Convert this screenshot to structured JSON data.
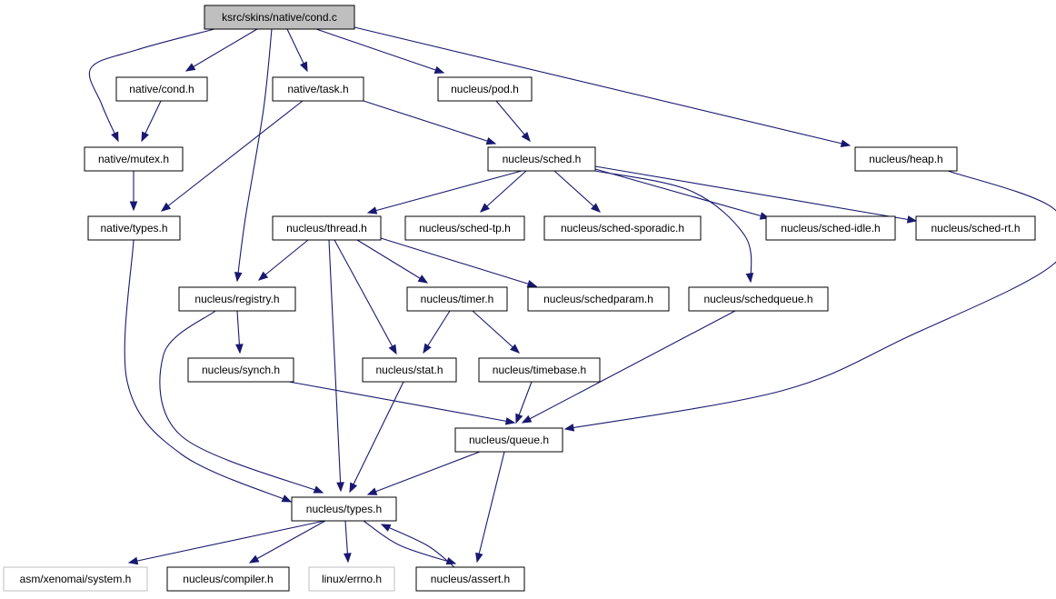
{
  "graph": {
    "title": "ksrc/skins/native/cond.c",
    "colors": {
      "edge": "#191970",
      "root_fill": "#bfbfbf",
      "external_border": "#bfbfbf",
      "border": "#000000"
    },
    "nodes": [
      {
        "id": "cond_c",
        "label": "ksrc/skins/native/cond.c",
        "kind": "root"
      },
      {
        "id": "native_cond_h",
        "label": "native/cond.h",
        "kind": "normal"
      },
      {
        "id": "native_task_h",
        "label": "native/task.h",
        "kind": "normal"
      },
      {
        "id": "nucleus_pod_h",
        "label": "nucleus/pod.h",
        "kind": "normal"
      },
      {
        "id": "native_mutex_h",
        "label": "native/mutex.h",
        "kind": "normal"
      },
      {
        "id": "nucleus_sched_h",
        "label": "nucleus/sched.h",
        "kind": "normal"
      },
      {
        "id": "nucleus_heap_h",
        "label": "nucleus/heap.h",
        "kind": "normal"
      },
      {
        "id": "native_types_h",
        "label": "native/types.h",
        "kind": "normal"
      },
      {
        "id": "nucleus_thread_h",
        "label": "nucleus/thread.h",
        "kind": "normal"
      },
      {
        "id": "nucleus_sched_tp_h",
        "label": "nucleus/sched-tp.h",
        "kind": "normal"
      },
      {
        "id": "nucleus_sched_sporadic_h",
        "label": "nucleus/sched-sporadic.h",
        "kind": "normal"
      },
      {
        "id": "nucleus_sched_idle_h",
        "label": "nucleus/sched-idle.h",
        "kind": "normal"
      },
      {
        "id": "nucleus_sched_rt_h",
        "label": "nucleus/sched-rt.h",
        "kind": "normal"
      },
      {
        "id": "nucleus_registry_h",
        "label": "nucleus/registry.h",
        "kind": "normal"
      },
      {
        "id": "nucleus_timer_h",
        "label": "nucleus/timer.h",
        "kind": "normal"
      },
      {
        "id": "nucleus_schedparam_h",
        "label": "nucleus/schedparam.h",
        "kind": "normal"
      },
      {
        "id": "nucleus_schedqueue_h",
        "label": "nucleus/schedqueue.h",
        "kind": "normal"
      },
      {
        "id": "nucleus_synch_h",
        "label": "nucleus/synch.h",
        "kind": "normal"
      },
      {
        "id": "nucleus_stat_h",
        "label": "nucleus/stat.h",
        "kind": "normal"
      },
      {
        "id": "nucleus_timebase_h",
        "label": "nucleus/timebase.h",
        "kind": "normal"
      },
      {
        "id": "nucleus_queue_h",
        "label": "nucleus/queue.h",
        "kind": "normal"
      },
      {
        "id": "nucleus_types_h",
        "label": "nucleus/types.h",
        "kind": "normal"
      },
      {
        "id": "asm_xenomai_system_h",
        "label": "asm/xenomai/system.h",
        "kind": "external"
      },
      {
        "id": "nucleus_compiler_h",
        "label": "nucleus/compiler.h",
        "kind": "normal"
      },
      {
        "id": "linux_errno_h",
        "label": "linux/errno.h",
        "kind": "external"
      },
      {
        "id": "nucleus_assert_h",
        "label": "nucleus/assert.h",
        "kind": "normal"
      }
    ],
    "edges": [
      {
        "from": "cond_c",
        "to": "native_cond_h"
      },
      {
        "from": "cond_c",
        "to": "native_task_h"
      },
      {
        "from": "cond_c",
        "to": "nucleus_pod_h"
      },
      {
        "from": "cond_c",
        "to": "native_mutex_h"
      },
      {
        "from": "cond_c",
        "to": "nucleus_heap_h"
      },
      {
        "from": "cond_c",
        "to": "nucleus_registry_h"
      },
      {
        "from": "native_cond_h",
        "to": "native_mutex_h"
      },
      {
        "from": "native_task_h",
        "to": "nucleus_sched_h"
      },
      {
        "from": "native_task_h",
        "to": "native_types_h"
      },
      {
        "from": "nucleus_pod_h",
        "to": "nucleus_sched_h"
      },
      {
        "from": "native_mutex_h",
        "to": "native_types_h"
      },
      {
        "from": "nucleus_sched_h",
        "to": "nucleus_thread_h"
      },
      {
        "from": "nucleus_sched_h",
        "to": "nucleus_sched_tp_h"
      },
      {
        "from": "nucleus_sched_h",
        "to": "nucleus_sched_sporadic_h"
      },
      {
        "from": "nucleus_sched_h",
        "to": "nucleus_sched_idle_h"
      },
      {
        "from": "nucleus_sched_h",
        "to": "nucleus_sched_rt_h"
      },
      {
        "from": "nucleus_sched_h",
        "to": "nucleus_schedqueue_h"
      },
      {
        "from": "nucleus_heap_h",
        "to": "nucleus_queue_h"
      },
      {
        "from": "native_types_h",
        "to": "nucleus_types_h"
      },
      {
        "from": "nucleus_thread_h",
        "to": "nucleus_registry_h"
      },
      {
        "from": "nucleus_thread_h",
        "to": "nucleus_timer_h"
      },
      {
        "from": "nucleus_thread_h",
        "to": "nucleus_schedparam_h"
      },
      {
        "from": "nucleus_thread_h",
        "to": "nucleus_stat_h"
      },
      {
        "from": "nucleus_thread_h",
        "to": "nucleus_types_h"
      },
      {
        "from": "nucleus_registry_h",
        "to": "nucleus_synch_h"
      },
      {
        "from": "nucleus_registry_h",
        "to": "nucleus_types_h"
      },
      {
        "from": "nucleus_timer_h",
        "to": "nucleus_stat_h"
      },
      {
        "from": "nucleus_timer_h",
        "to": "nucleus_timebase_h"
      },
      {
        "from": "nucleus_schedqueue_h",
        "to": "nucleus_queue_h"
      },
      {
        "from": "nucleus_synch_h",
        "to": "nucleus_queue_h"
      },
      {
        "from": "nucleus_stat_h",
        "to": "nucleus_types_h"
      },
      {
        "from": "nucleus_timebase_h",
        "to": "nucleus_queue_h"
      },
      {
        "from": "nucleus_queue_h",
        "to": "nucleus_types_h"
      },
      {
        "from": "nucleus_queue_h",
        "to": "nucleus_assert_h"
      },
      {
        "from": "nucleus_types_h",
        "to": "asm_xenomai_system_h"
      },
      {
        "from": "nucleus_types_h",
        "to": "nucleus_compiler_h"
      },
      {
        "from": "nucleus_types_h",
        "to": "linux_errno_h"
      },
      {
        "from": "nucleus_types_h",
        "to": "nucleus_assert_h"
      },
      {
        "from": "nucleus_assert_h",
        "to": "nucleus_types_h"
      }
    ]
  }
}
